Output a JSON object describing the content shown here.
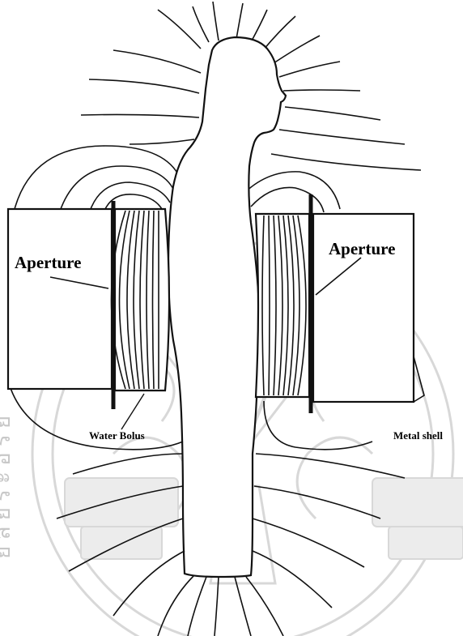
{
  "labels": {
    "aperture_left": "Aperture",
    "aperture_right": "Aperture",
    "water_bolus": "Water Bolus",
    "metal_shell": "Metal shell"
  },
  "watermark": {
    "side_text": "ย ล ย ร ะ อ ร ย"
  }
}
